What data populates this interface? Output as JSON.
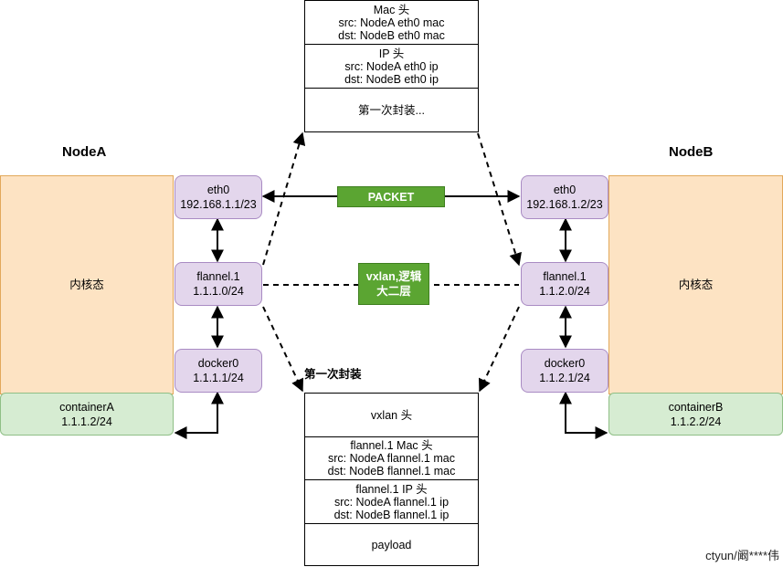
{
  "nodeA": {
    "title": "NodeA",
    "kernel": "内核态",
    "eth0": {
      "name": "eth0",
      "ip": "192.168.1.1/23"
    },
    "flannel": {
      "name": "flannel.1",
      "ip": "1.1.1.0/24"
    },
    "docker": {
      "name": "docker0",
      "ip": "1.1.1.1/24"
    },
    "container": {
      "name": "containerA",
      "ip": "1.1.1.2/24"
    }
  },
  "nodeB": {
    "title": "NodeB",
    "kernel": "内核态",
    "eth0": {
      "name": "eth0",
      "ip": "192.168.1.2/23"
    },
    "flannel": {
      "name": "flannel.1",
      "ip": "1.1.2.0/24"
    },
    "docker": {
      "name": "docker0",
      "ip": "1.1.2.1/24"
    },
    "container": {
      "name": "containerB",
      "ip": "1.1.2.2/24"
    }
  },
  "packet_label": "PACKET",
  "vxlan_label": [
    "vxlan,逻辑",
    "大二层"
  ],
  "first_encap_label": "第一次封装",
  "top_packet": [
    [
      "Mac 头",
      "src: NodeA eth0 mac",
      "dst: NodeB eth0 mac"
    ],
    [
      "IP 头",
      "src: NodeA  eth0 ip",
      "dst: NodeB eth0 ip"
    ],
    [
      "第一次封装..."
    ]
  ],
  "bottom_packet": [
    [
      "vxlan 头"
    ],
    [
      "flannel.1 Mac 头",
      "src: NodeA flannel.1 mac",
      "dst: NodeB flannel.1 mac"
    ],
    [
      "flannel.1 IP 头",
      "src: NodeA flannel.1 ip",
      "dst: NodeB flannel.1 ip"
    ],
    [
      "payload"
    ]
  ],
  "watermark": "ctyun/阚****伟",
  "colors": {
    "kernel": "#fde3c3",
    "iface": "#e3d6ec",
    "container": "#d6ecd2",
    "tag": "#5ba532"
  }
}
